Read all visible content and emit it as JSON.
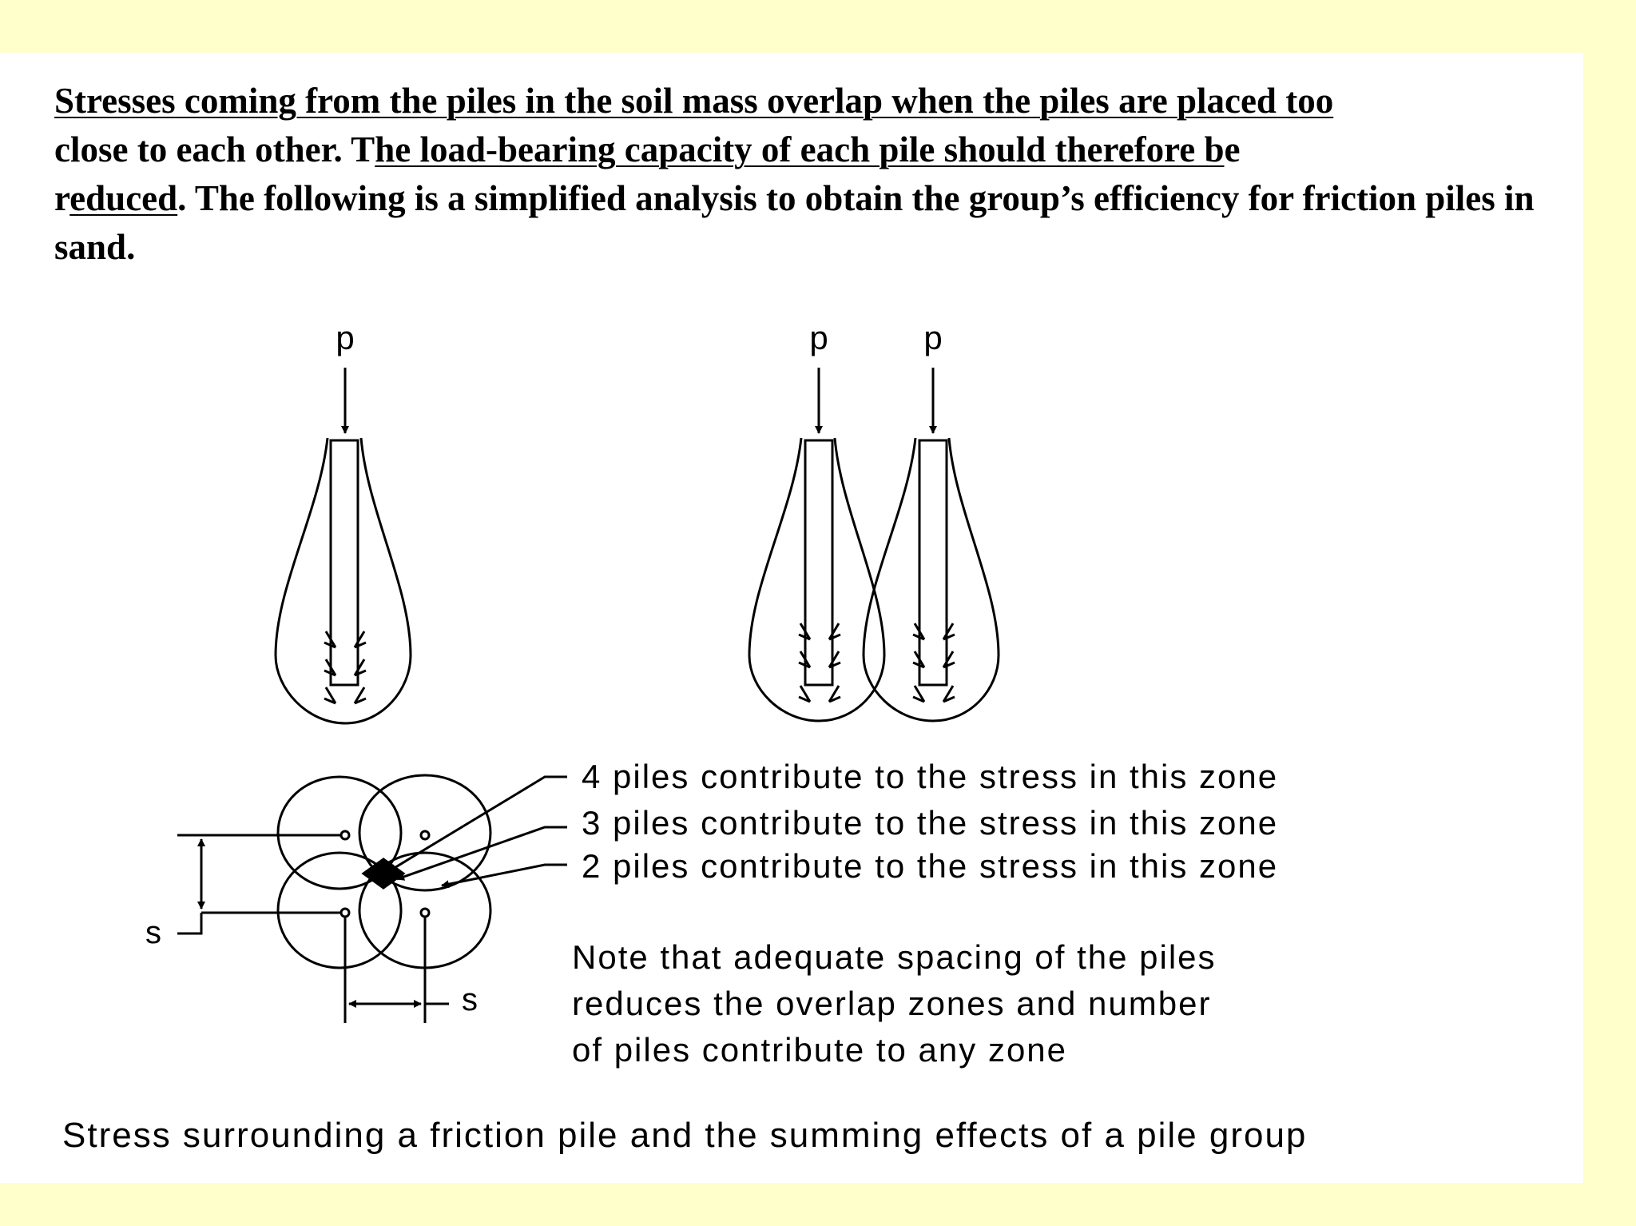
{
  "intro": {
    "p1": "Stresses coming from the piles in the soil mass overlap when the piles are placed too",
    "p2": "close to each other. T",
    "p3": "he load-bearing capacity of each pile should therefore b",
    "p4": "e",
    "p5": "r",
    "p6": "educed",
    "p7": ". The following is a simplified analysis to obtain the group’s efficiency for friction piles in sand."
  },
  "labels": {
    "load_single": "p",
    "load_left": "p",
    "load_right": "p",
    "spacing_vertical": "s",
    "spacing_horizontal": "s"
  },
  "zones": [
    "4 piles contribute to the stress in this zone",
    "3 piles contribute to the stress in this zone",
    "2 piles contribute to the stress in this zone"
  ],
  "note": [
    "Note that adequate spacing of the piles",
    "reduces the overlap zones and number",
    "of piles contribute to any zone"
  ],
  "caption": "Stress surrounding a friction pile and the summing effects of a pile group"
}
